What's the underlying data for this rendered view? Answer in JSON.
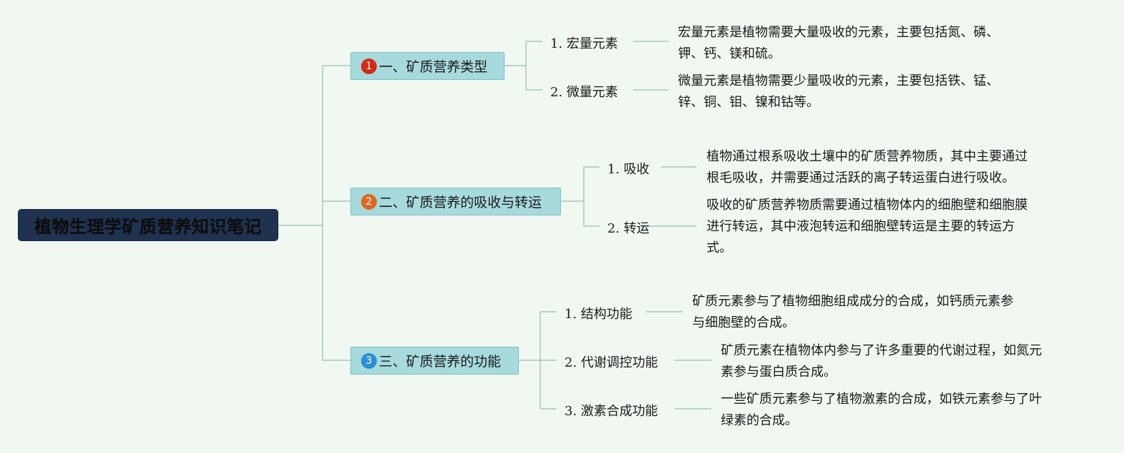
{
  "root": {
    "title": "植物生理学矿质营养知识笔记"
  },
  "colors": {
    "badge1": "#d42a17",
    "badge2": "#e0661f",
    "badge3": "#2a8fd6",
    "root_bg": "#1f3350",
    "branch_bg": "#a7dadd",
    "connector": "#8fc0b4"
  },
  "branches": [
    {
      "badge": "1",
      "label": "一、矿质营养类型",
      "children": [
        {
          "label": "1. 宏量元素",
          "desc": [
            "宏量元素是植物需要大量吸收的元素，主要包括氮、磷、",
            "钾、钙、镁和硫。"
          ]
        },
        {
          "label": "2. 微量元素",
          "desc": [
            "微量元素是植物需要少量吸收的元素，主要包括铁、锰、",
            "锌、铜、钼、镍和钴等。"
          ]
        }
      ]
    },
    {
      "badge": "2",
      "label": "二、矿质营养的吸收与转运",
      "children": [
        {
          "label": "1. 吸收",
          "desc": [
            "植物通过根系吸收土壤中的矿质营养物质，其中主要通过",
            "根毛吸收，并需要通过活跃的离子转运蛋白进行吸收。"
          ]
        },
        {
          "label": "2. 转运",
          "desc": [
            "吸收的矿质营养物质需要通过植物体内的细胞壁和细胞膜",
            "进行转运，其中液泡转运和细胞壁转运是主要的转运方",
            "式。"
          ]
        }
      ]
    },
    {
      "badge": "3",
      "label": "三、矿质营养的功能",
      "children": [
        {
          "label": "1. 结构功能",
          "desc": [
            "矿质元素参与了植物细胞组成成分的合成，如钙质元素参",
            "与细胞壁的合成。"
          ]
        },
        {
          "label": "2. 代谢调控功能",
          "desc": [
            "矿质元素在植物体内参与了许多重要的代谢过程，如氮元",
            "素参与蛋白质合成。"
          ]
        },
        {
          "label": "3. 激素合成功能",
          "desc": [
            "一些矿质元素参与了植物激素的合成，如铁元素参与了叶",
            "绿素的合成。"
          ]
        }
      ]
    }
  ]
}
